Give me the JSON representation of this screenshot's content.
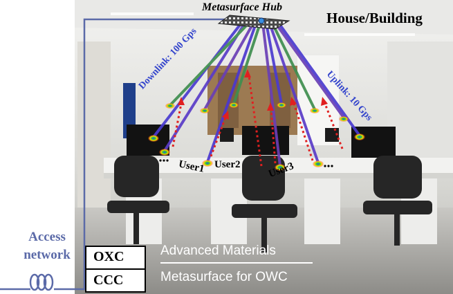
{
  "labels": {
    "hub": "Metasurface Hub",
    "building": "House/Building",
    "downlink": "Downlink: 100 Gps",
    "uplink": "Uplink: 10 Gps",
    "user1": "User1",
    "user2": "User2",
    "user3": "User3",
    "access": "Access network",
    "oxc": "OXC",
    "ccc": "CCC",
    "materials": "Advanced Materials",
    "metasurface_owc": "Metasurface for OWC"
  },
  "colors": {
    "fiber": "#5b6aa8",
    "downlink_beam": "#6a3fb5",
    "uplink_arrow": "#e02020",
    "label_blue": "#3344cc"
  }
}
